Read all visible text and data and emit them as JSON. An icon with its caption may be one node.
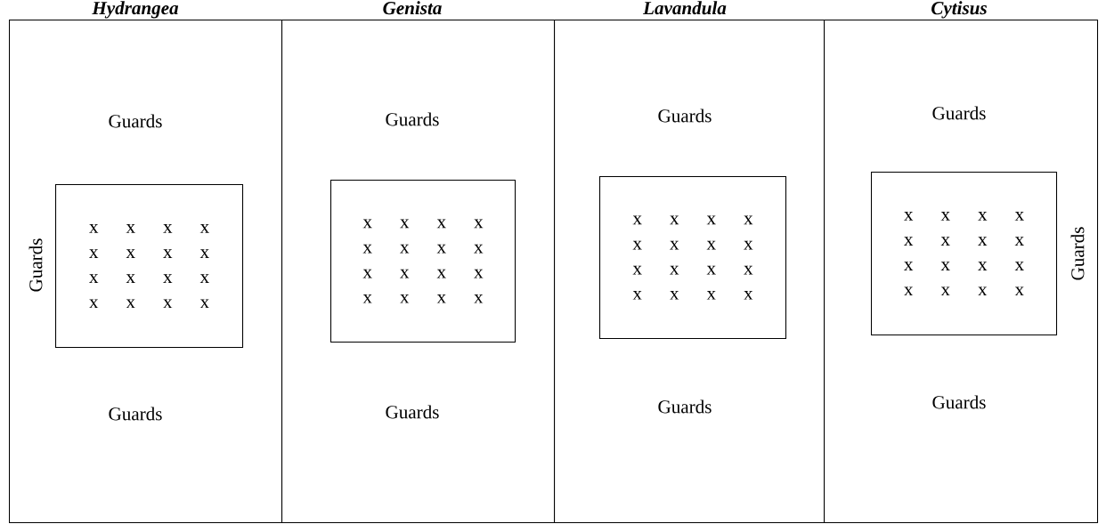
{
  "diagram": {
    "nodes": [
      {
        "text": [
          "*Hydrangea*",
          "Guards",
          "Guards",
          "Guards"
        ]
      },
      {
        "text": [
          "x x x x",
          "x x x x",
          "x x x x",
          "x x x x"
        ],
        "in": 0
      },
      {
        "text": [
          "*Genista*",
          "Guards",
          "Guards"
        ]
      },
      {
        "text": [
          "x x x x",
          "x x x x",
          "x x x x",
          "x x x x"
        ],
        "in": 2
      },
      {
        "text": [
          "*Lavandula*",
          "Guards",
          "Guards"
        ]
      },
      {
        "text": [
          "x x x x",
          "x x x x",
          "x x x x",
          "x x x x"
        ],
        "in": 4
      },
      {
        "text": [
          "*Cytisus*",
          "Guards",
          "Guards",
          "Guards"
        ]
      },
      {
        "text": [
          "x x x x",
          "x x x x",
          "x x x x",
          "x x x x"
        ],
        "in": 6
      }
    ]
  }
}
